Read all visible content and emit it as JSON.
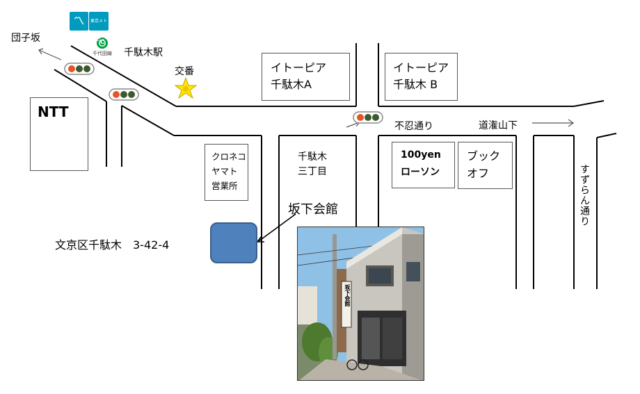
{
  "map": {
    "labels": {
      "dangozaka": "団子坂",
      "station": "千駄木駅",
      "koban": "交番",
      "ntt": "NTT",
      "kuroneko": "クロネコ\nヤマト\n営業所",
      "sendagi3": "千駄木\n三丁目",
      "itopia_a": "イトーピア\n千駄木A",
      "itopia_b": "イトーピア\n千駄木 B",
      "shinobazu": "不忍通り",
      "dokanyama": "道潅山下",
      "lawson": "100yen\nローソン",
      "bookoff": "ブック\nオフ",
      "suzuran": "すずらん通り",
      "sakashita": "坂下会館",
      "address": "文京区千駄木　3-42-4",
      "metro_logo": "東京メトロ",
      "chiyoda_letter": "C",
      "chiyoda_line": "千代田線",
      "photo_sign": "坂下会館"
    },
    "colors": {
      "venue_marker": "#4f81bd",
      "metro_blue": "#009bbf",
      "chiyoda_green": "#00a040",
      "koban_yellow": "#ffe600"
    }
  }
}
